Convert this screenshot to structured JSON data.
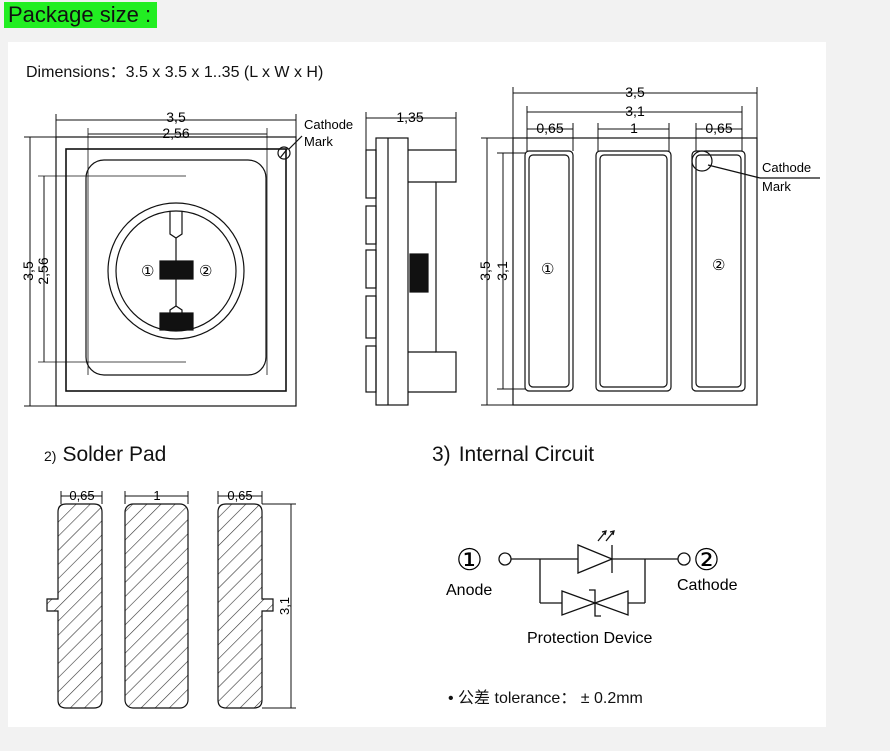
{
  "header": {
    "title": "Package size :"
  },
  "dimensions": {
    "label": "Dimensions",
    "colon": "：",
    "value": "3.5 x 3.5 x 1..35 (L x W x H)"
  },
  "top_view": {
    "dim_width_outer": "3,5",
    "dim_width_inner": "2,56",
    "dim_height_outer": "3,5",
    "dim_height_inner": "2,56",
    "cathode_label": "Cathode",
    "mark_label": "Mark",
    "pin1": "①",
    "pin2": "②"
  },
  "side_view": {
    "dim_thickness": "1,35"
  },
  "bottom_view": {
    "dim_total": "3,5",
    "dim_inner": "3,1",
    "dim_left_pad": "0,65",
    "dim_center_pad": "1",
    "dim_right_pad": "0,65",
    "dim_height_outer": "3,5",
    "dim_height_inner": "3,1",
    "cathode_label": "Cathode",
    "mark_label": "Mark",
    "pin1": "①",
    "pin2": "②"
  },
  "solder_pad": {
    "number": "2)",
    "title": "Solder Pad",
    "dim_left": "0,65",
    "dim_center": "1",
    "dim_right": "0,65",
    "dim_height": "3,1"
  },
  "internal_circuit": {
    "number": "3)",
    "title": "Internal Circuit",
    "pin1": "①",
    "pin2": "②",
    "anode_label": "Anode",
    "cathode_label": "Cathode",
    "protection_label": "Protection Device"
  },
  "tolerance": {
    "text": "• 公差 tolerance：  ±  0.2mm"
  }
}
